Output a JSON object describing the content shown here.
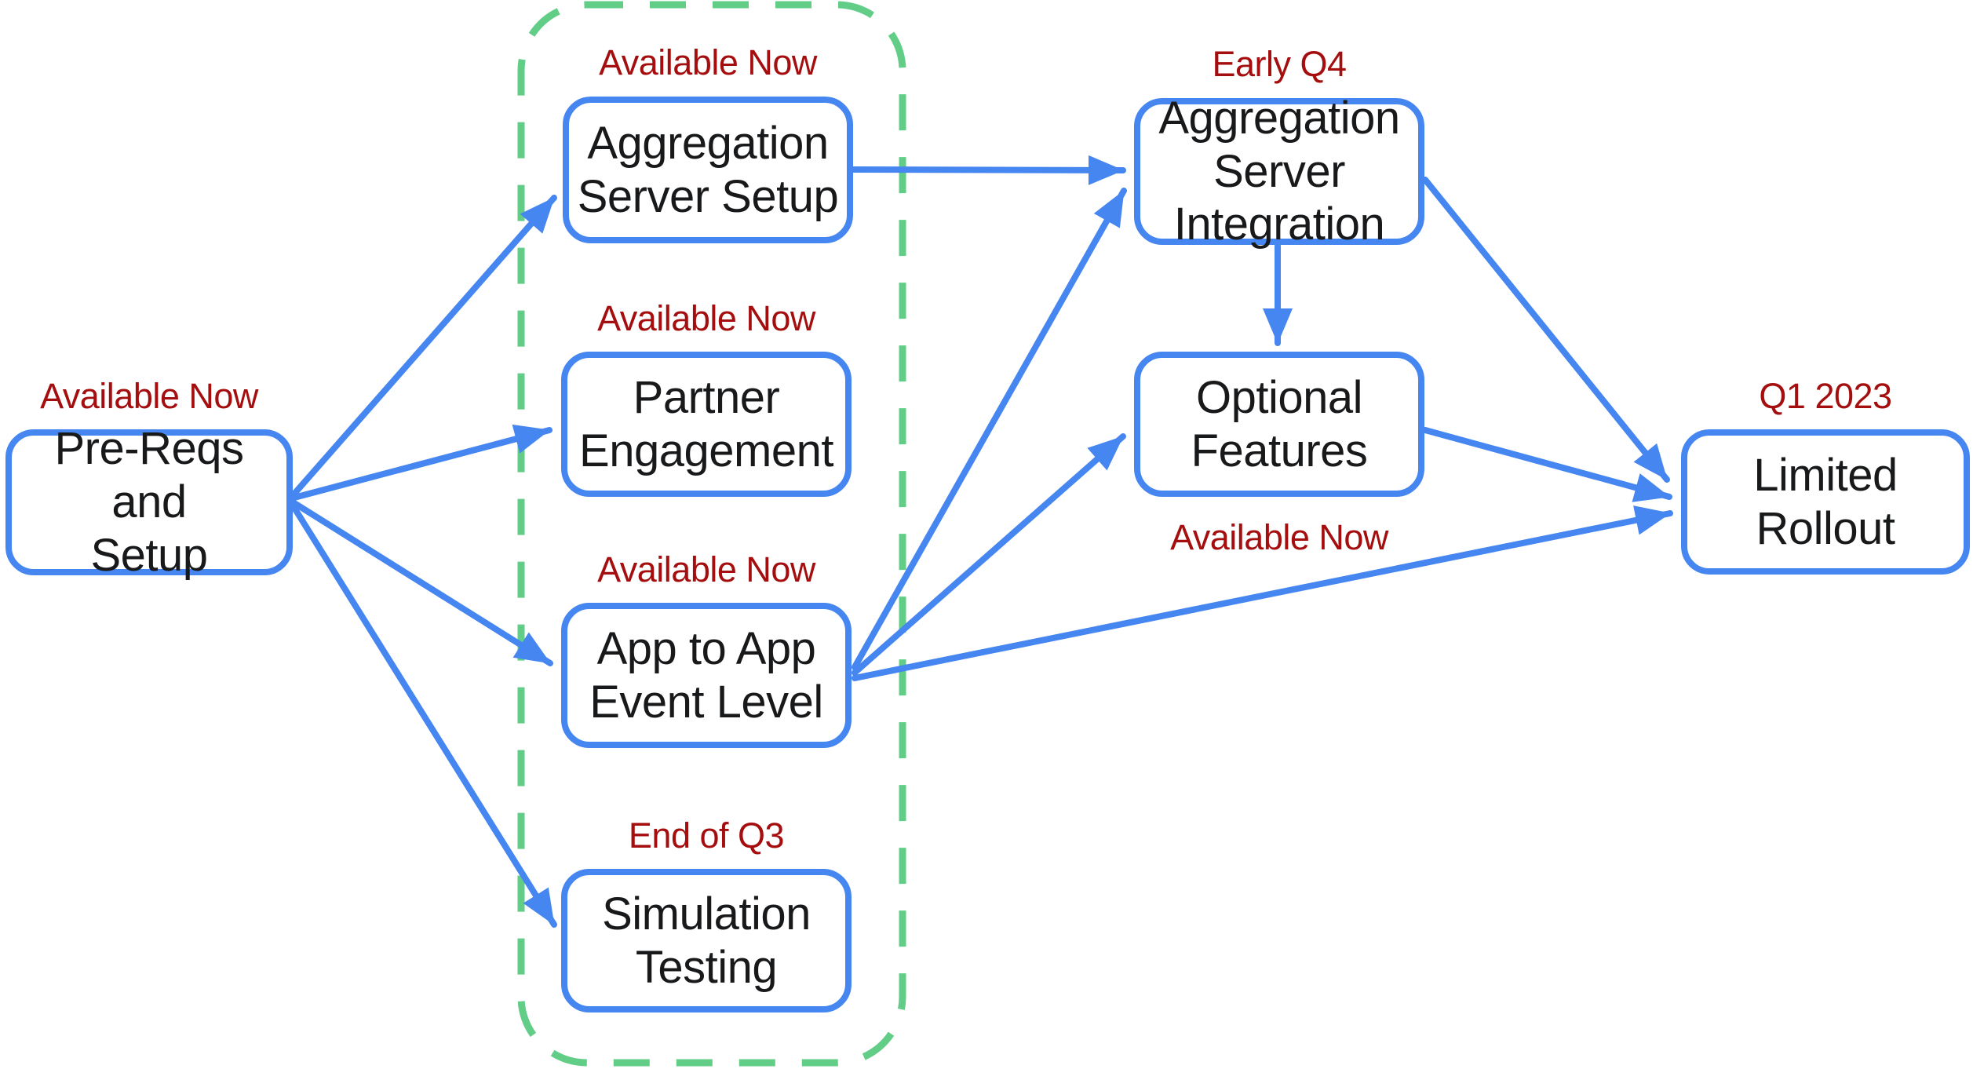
{
  "diagram": {
    "title": "Feature availability roadmap flowchart",
    "palette": {
      "node_border_blue": "#4686F0",
      "arrow_blue": "#4686F0",
      "group_outline_green": "#62CD87",
      "status_text_red": "#A50E0E",
      "node_text": "#18191B",
      "background": "#FFFFFF"
    },
    "nodes": {
      "pre_reqs": {
        "label": "Pre-Reqs and\nSetup",
        "status": "Available Now",
        "status_position": "above"
      },
      "agg_setup": {
        "label": "Aggregation\nServer Setup",
        "status": "Available Now",
        "status_position": "above"
      },
      "partner": {
        "label": "Partner\nEngagement",
        "status": "Available Now",
        "status_position": "above"
      },
      "app_to_app": {
        "label": "App to App\nEvent Level",
        "status": "Available Now",
        "status_position": "above"
      },
      "sim_testing": {
        "label": "Simulation\nTesting",
        "status": "End of Q3",
        "status_position": "above"
      },
      "agg_integration": {
        "label": "Aggregation\nServer\nIntegration",
        "status": "Early Q4",
        "status_position": "above"
      },
      "optional": {
        "label": "Optional\nFeatures",
        "status": "Available Now",
        "status_position": "below"
      },
      "limited": {
        "label": "Limited\nRollout",
        "status": "Q1 2023",
        "status_position": "above"
      }
    },
    "group": {
      "style": "green-dashed-rounded-rectangle",
      "members": [
        "agg_setup",
        "partner",
        "app_to_app",
        "sim_testing"
      ]
    },
    "edges": [
      {
        "from": "pre_reqs",
        "to": "agg_setup"
      },
      {
        "from": "pre_reqs",
        "to": "partner"
      },
      {
        "from": "pre_reqs",
        "to": "app_to_app"
      },
      {
        "from": "pre_reqs",
        "to": "sim_testing"
      },
      {
        "from": "agg_setup",
        "to": "agg_integration"
      },
      {
        "from": "app_to_app",
        "to": "agg_integration"
      },
      {
        "from": "agg_integration",
        "to": "optional"
      },
      {
        "from": "app_to_app",
        "to": "optional"
      },
      {
        "from": "app_to_app",
        "to": "limited"
      },
      {
        "from": "agg_integration",
        "to": "limited"
      },
      {
        "from": "optional",
        "to": "limited"
      }
    ]
  }
}
